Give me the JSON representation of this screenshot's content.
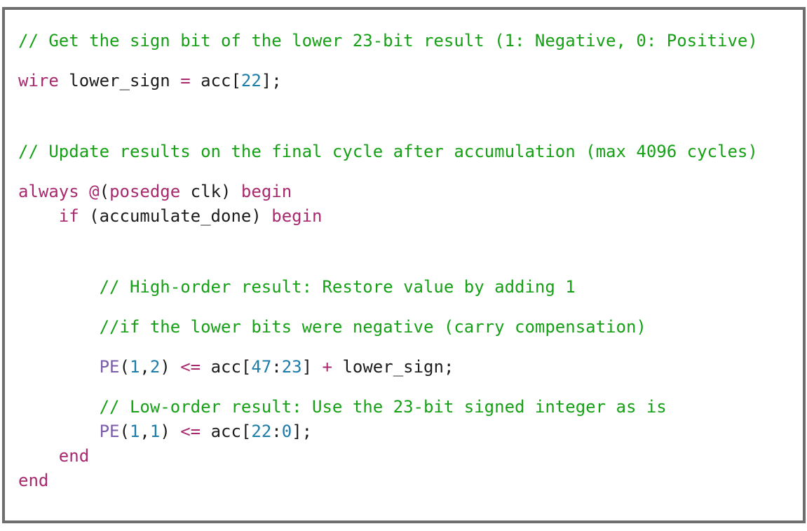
{
  "palette": {
    "plain": "#1c1c1c",
    "comment": "#16a016",
    "keyword": "#a8296d",
    "number": "#1d7ca8",
    "function": "#7a5ca8",
    "border-color": "#6e6e6e",
    "background": "#ffffff"
  },
  "code": {
    "language": "verilog",
    "lines": [
      {
        "blank_lines_before": 0,
        "tokens": [
          {
            "type": "comment",
            "text": "// Get the sign bit of the lower 23-bit result (1: Negative, 0: Positive)"
          }
        ]
      },
      {
        "blank_lines_before": 1,
        "tokens": [
          {
            "type": "keyword",
            "text": "wire"
          },
          {
            "type": "plain",
            "text": " lower_sign "
          },
          {
            "type": "keyword",
            "text": "="
          },
          {
            "type": "plain",
            "text": " acc["
          },
          {
            "type": "number",
            "text": "22"
          },
          {
            "type": "plain",
            "text": "];"
          }
        ]
      },
      {
        "blank_lines_before": 2,
        "tokens": [
          {
            "type": "comment",
            "text": "// Update results on the final cycle after accumulation (max 4096 cycles)"
          }
        ]
      },
      {
        "blank_lines_before": 1,
        "tokens": [
          {
            "type": "keyword",
            "text": "always"
          },
          {
            "type": "plain",
            "text": " "
          },
          {
            "type": "keyword",
            "text": "@"
          },
          {
            "type": "plain",
            "text": "("
          },
          {
            "type": "keyword",
            "text": "posedge"
          },
          {
            "type": "plain",
            "text": " clk) "
          },
          {
            "type": "keyword",
            "text": "begin"
          }
        ]
      },
      {
        "blank_lines_before": 0,
        "tokens": [
          {
            "type": "plain",
            "text": "    "
          },
          {
            "type": "keyword",
            "text": "if"
          },
          {
            "type": "plain",
            "text": " (accumulate_done) "
          },
          {
            "type": "keyword",
            "text": "begin"
          }
        ]
      },
      {
        "blank_lines_before": 2,
        "tokens": [
          {
            "type": "comment",
            "text": "        // High-order result: Restore value by adding 1"
          }
        ]
      },
      {
        "blank_lines_before": 1,
        "tokens": [
          {
            "type": "comment",
            "text": "        //if the lower bits were negative (carry compensation)"
          }
        ]
      },
      {
        "blank_lines_before": 1,
        "tokens": [
          {
            "type": "plain",
            "text": "        "
          },
          {
            "type": "function",
            "text": "PE"
          },
          {
            "type": "plain",
            "text": "("
          },
          {
            "type": "number",
            "text": "1"
          },
          {
            "type": "plain",
            "text": ","
          },
          {
            "type": "number",
            "text": "2"
          },
          {
            "type": "plain",
            "text": ") "
          },
          {
            "type": "keyword",
            "text": "<="
          },
          {
            "type": "plain",
            "text": " acc["
          },
          {
            "type": "number",
            "text": "47"
          },
          {
            "type": "plain",
            "text": ":"
          },
          {
            "type": "number",
            "text": "23"
          },
          {
            "type": "plain",
            "text": "] "
          },
          {
            "type": "keyword",
            "text": "+"
          },
          {
            "type": "plain",
            "text": " lower_sign;"
          }
        ]
      },
      {
        "blank_lines_before": 1,
        "tokens": [
          {
            "type": "comment",
            "text": "        // Low-order result: Use the 23-bit signed integer as is"
          }
        ]
      },
      {
        "blank_lines_before": 0,
        "tokens": [
          {
            "type": "plain",
            "text": "        "
          },
          {
            "type": "function",
            "text": "PE"
          },
          {
            "type": "plain",
            "text": "("
          },
          {
            "type": "number",
            "text": "1"
          },
          {
            "type": "plain",
            "text": ","
          },
          {
            "type": "number",
            "text": "1"
          },
          {
            "type": "plain",
            "text": ") "
          },
          {
            "type": "keyword",
            "text": "<="
          },
          {
            "type": "plain",
            "text": " acc["
          },
          {
            "type": "number",
            "text": "22"
          },
          {
            "type": "plain",
            "text": ":"
          },
          {
            "type": "number",
            "text": "0"
          },
          {
            "type": "plain",
            "text": "];"
          }
        ]
      },
      {
        "blank_lines_before": 0,
        "tokens": [
          {
            "type": "plain",
            "text": "    "
          },
          {
            "type": "keyword",
            "text": "end"
          }
        ]
      },
      {
        "blank_lines_before": 0,
        "tokens": [
          {
            "type": "keyword",
            "text": "end"
          }
        ]
      }
    ]
  }
}
